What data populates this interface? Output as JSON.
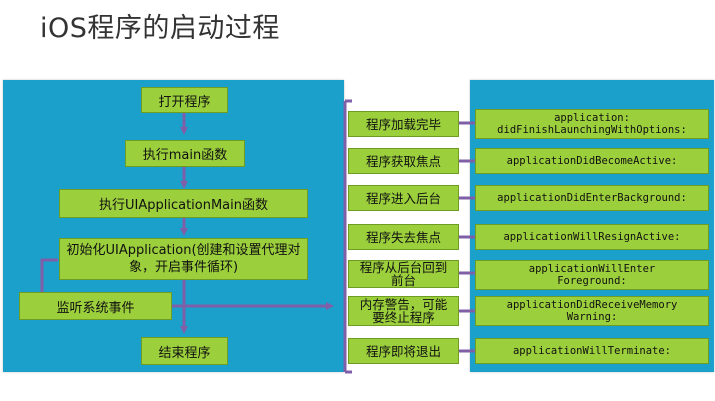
{
  "title": "iOS程序的启动过程",
  "flow": {
    "open": "打开程序",
    "main": "执行main函数",
    "uiapp_main": "执行UIApplicationMain函数",
    "init": "初始化UIApplication(创建和设置代理对象，开启事件循环)",
    "listen": "监听系统事件",
    "end": "结束程序"
  },
  "events": [
    {
      "state": "程序加载完毕",
      "method": "application:\ndidFinishLaunchingWithOptions:"
    },
    {
      "state": "程序获取焦点",
      "method": "applicationDidBecomeActive:"
    },
    {
      "state": "程序进入后台",
      "method": "applicationDidEnterBackground:"
    },
    {
      "state": "程序失去焦点",
      "method": "applicationWillResignActive:"
    },
    {
      "state": "程序从后台回到前台",
      "method": "applicationWillEnter\nForeground:"
    },
    {
      "state": "内存警告，可能要终止程序",
      "method": "applicationDidReceiveMemory\nWarning:"
    },
    {
      "state": "程序即将退出",
      "method": "applicationWillTerminate:"
    }
  ],
  "colors": {
    "panel": "#1ba0cc",
    "box": "#9bcf3c",
    "arrow": "#7f5fa8"
  }
}
